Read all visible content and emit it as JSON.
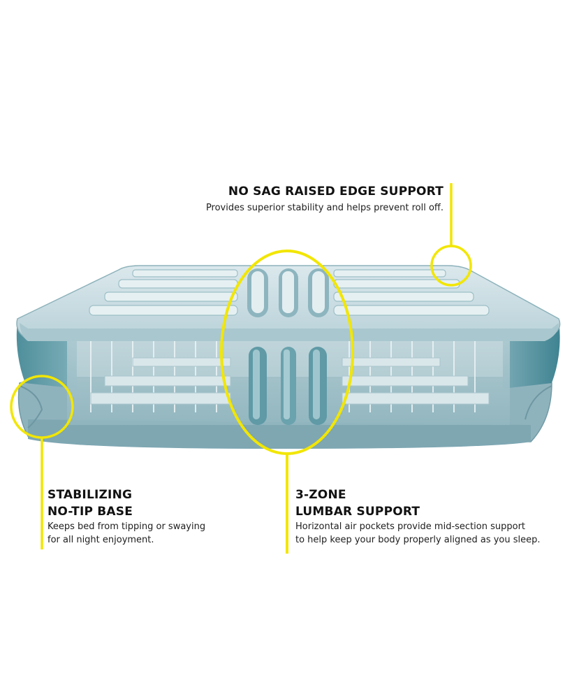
{
  "colors": {
    "highlight": "#f2e600",
    "mattress_light": "#c9dde2",
    "mattress_mid": "#8fb5be",
    "mattress_dark": "#4d8f9c"
  },
  "callouts": {
    "edge": {
      "title": "NO SAG RAISED EDGE SUPPORT",
      "description": "Provides superior stability and helps prevent roll off."
    },
    "base": {
      "title_line1": "STABILIZING",
      "title_line2": "NO-TIP BASE",
      "description_line1": "Keeps bed from tipping or swaying",
      "description_line2": "for all night enjoyment."
    },
    "lumbar": {
      "title_line1": "3-ZONE",
      "title_line2": "LUMBAR SUPPORT",
      "description_line1": "Horizontal air pockets provide mid-section support",
      "description_line2": "to help keep your body properly aligned as you sleep."
    }
  }
}
